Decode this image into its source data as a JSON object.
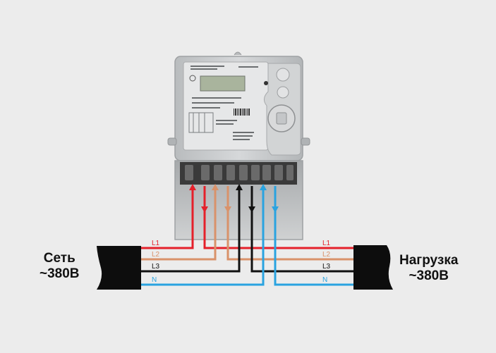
{
  "labels": {
    "left_line1": "Сеть",
    "left_line2": "~380В",
    "right_line1": "Нагрузка",
    "right_line2": "~380В"
  },
  "wires": [
    {
      "name": "L1",
      "color": "#e5202a"
    },
    {
      "name": "L2",
      "color": "#d9926a"
    },
    {
      "name": "L3",
      "color": "#111111"
    },
    {
      "name": "N",
      "color": "#2aa3e0"
    }
  ],
  "meter": {
    "body_color": "#c9ccce",
    "terminal_block_color": "#3a3a3a"
  }
}
